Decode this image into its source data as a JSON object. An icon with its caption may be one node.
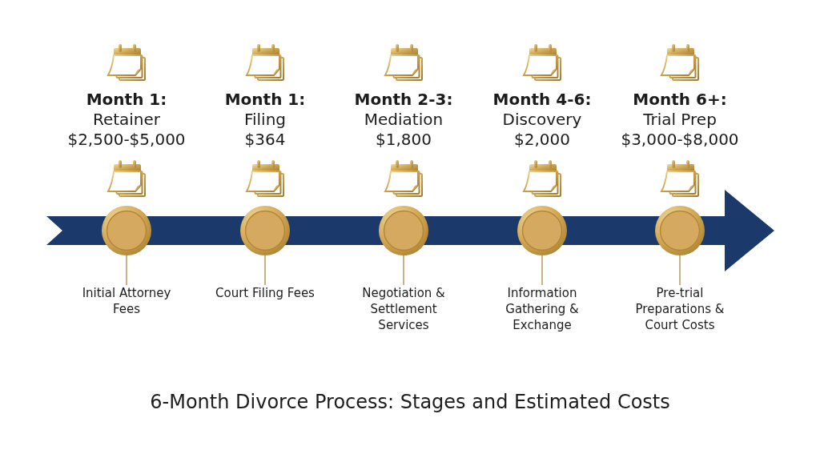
{
  "diagram": {
    "title": "6-Month Divorce Process: Stages and Estimated Costs",
    "nodes": [
      {
        "text": [],
        "shape": "circle"
      },
      {
        "text": [],
        "shape": "circle"
      },
      {
        "text": [],
        "shape": "circle"
      },
      {
        "text": [],
        "shape": "circle"
      },
      {
        "text": [],
        "shape": "circle"
      },
      {
        "text": [
          "Initial Attorney Fees"
        ]
      },
      {
        "text": [
          "Court Filing Fees"
        ]
      },
      {
        "text": [
          "Negotiation & Settlement Services"
        ]
      },
      {
        "text": [
          "Information Gathering & Exchange"
        ]
      },
      {
        "text": [
          "Pre-trial Preparations & Court Costs"
        ]
      }
    ],
    "edges": [
      {
        "from": 5,
        "to": 0,
        "arrow": "none"
      },
      {
        "from": 6,
        "to": 1,
        "arrow": "none"
      },
      {
        "from": 7,
        "to": 2,
        "arrow": "none"
      },
      {
        "from": 8,
        "to": 3,
        "arrow": "none"
      },
      {
        "from": 9,
        "to": 4,
        "arrow": "none"
      }
    ],
    "labels": [
      "Month 1:",
      "Retainer",
      "$2,500-$5,000",
      "Month 1:",
      "Filing",
      "$364",
      "Month 2-3:",
      "Mediation",
      "$1,800",
      "Month 4-6:",
      "Discovery",
      "$2,000",
      "Month 6+:",
      "Trial Prep",
      "$3,000-$8,000"
    ]
  }
}
